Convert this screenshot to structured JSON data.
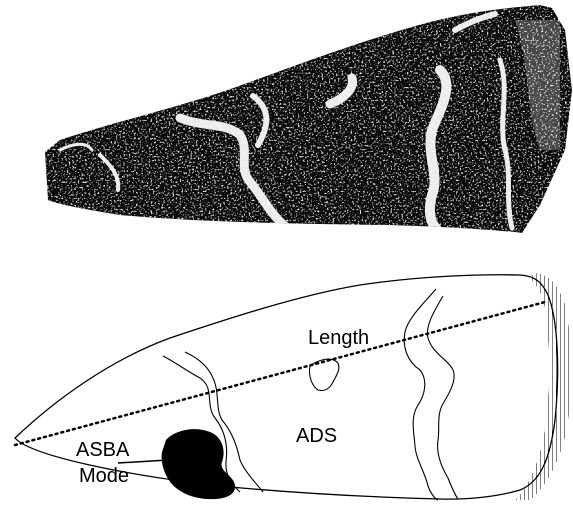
{
  "figure": {
    "labels": {
      "length": "Length",
      "ads": "ADS",
      "asba_line1": "ASBA",
      "asba_line2": "Mode"
    },
    "colors": {
      "wing_dark": "#0a0a0a",
      "pattern_light": "#ffffff",
      "outline": "#000000",
      "filled_spot": "#000000"
    }
  }
}
